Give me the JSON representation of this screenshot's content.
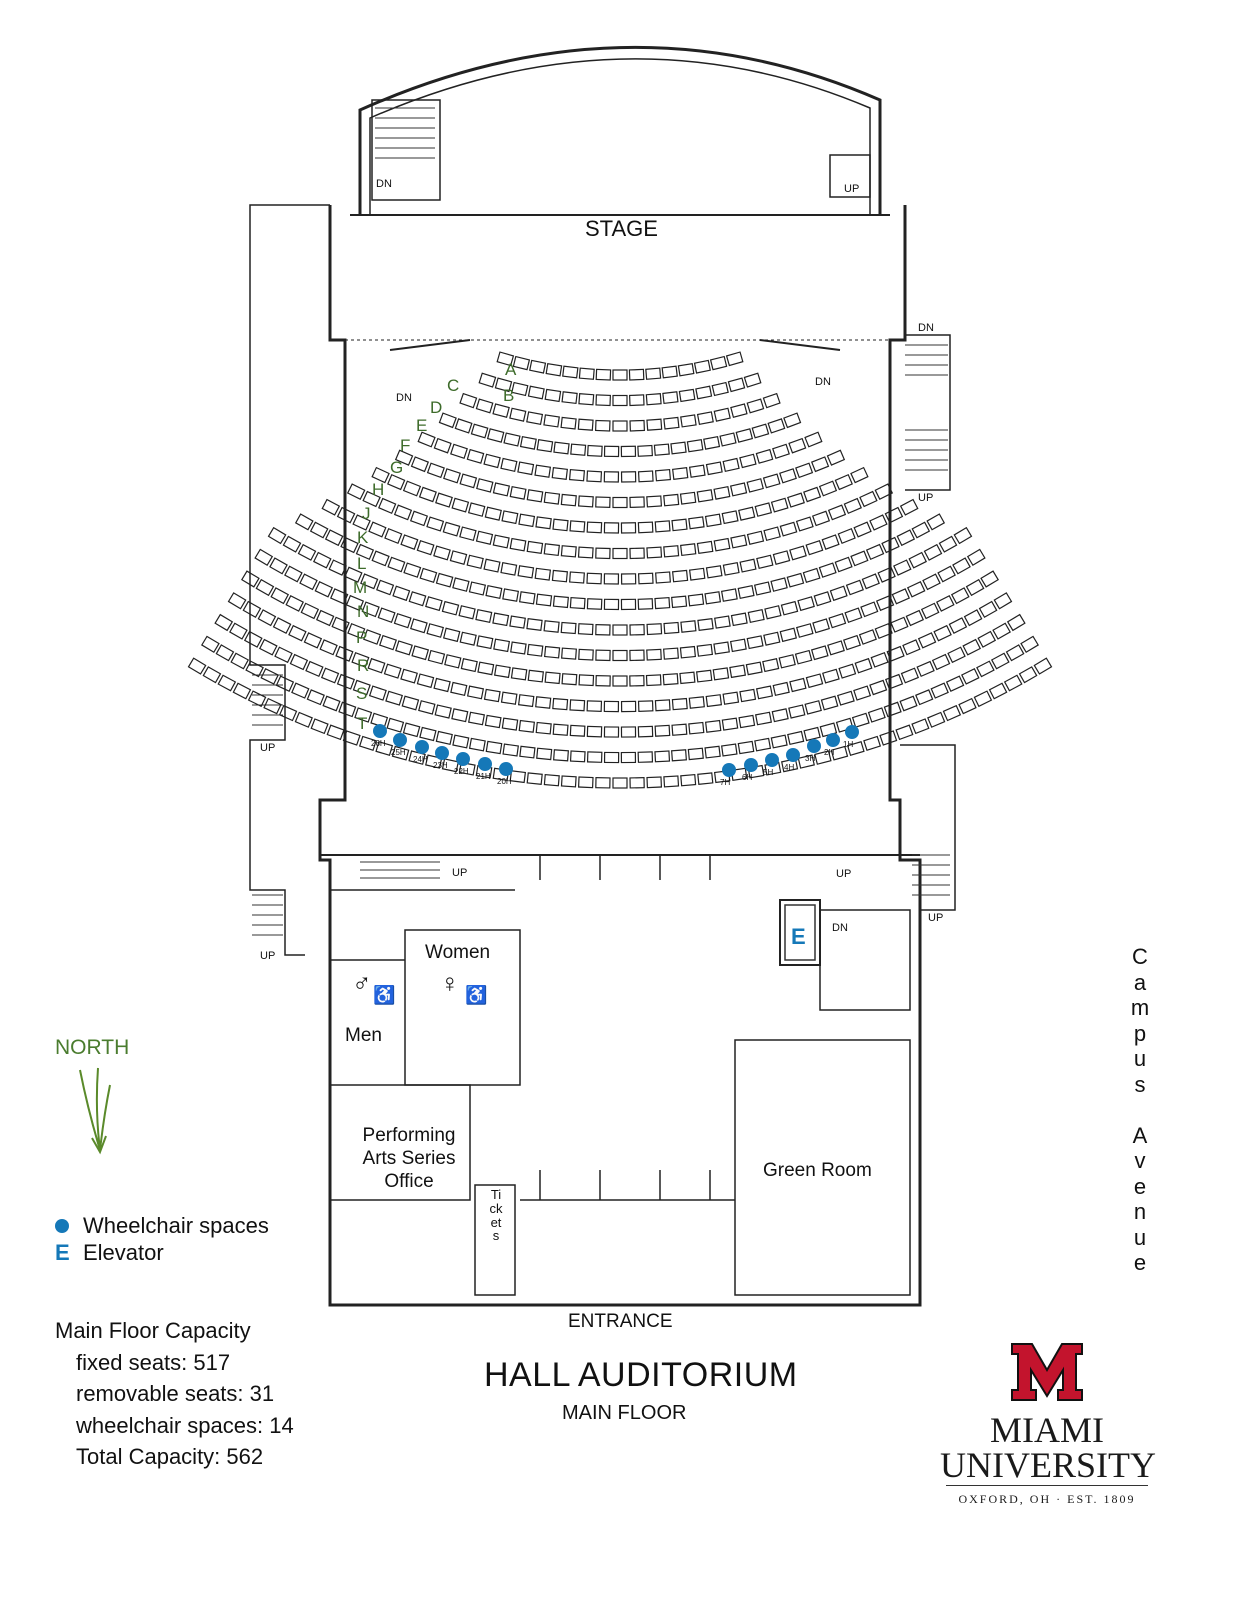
{
  "labels": {
    "stage": "STAGE",
    "entrance": "ENTRANCE",
    "women": "Women",
    "men": "Men",
    "office": [
      "Performing",
      "Arts Series",
      "Office"
    ],
    "green_room": "Green Room",
    "tickets": "Tickets",
    "north": "NORTH",
    "up": "UP",
    "dn": "DN",
    "elevator_symbol": "E"
  },
  "rows": [
    "A",
    "B",
    "C",
    "D",
    "E",
    "F",
    "G",
    "H",
    "J",
    "K",
    "L",
    "M",
    "N",
    "P",
    "R",
    "S",
    "T"
  ],
  "wheelchair_spaces": [
    "1H",
    "2H",
    "3H",
    "4H",
    "5H",
    "6H",
    "7H",
    "20H",
    "21H",
    "22H",
    "23H",
    "24H",
    "25H",
    "26H"
  ],
  "street": "Campus Avenue",
  "legend": {
    "wheelchair": "Wheelchair spaces",
    "elevator": "Elevator"
  },
  "capacity": {
    "heading": "Main Floor Capacity",
    "fixed": "fixed seats: 517",
    "removable": "removable seats: 31",
    "wheelchair": "wheelchair spaces: 14",
    "total": "Total Capacity: 562"
  },
  "title": "HALL AUDITORIUM",
  "subtitle": "MAIN FLOOR",
  "logo": {
    "line1": "MIAMI",
    "line2": "UNIVERSITY",
    "line3": "OXFORD, OH  ·  EST. 1809"
  },
  "colors": {
    "wheelchair": "#1578b8",
    "row_letter": "#3d6b2a",
    "north": "#4a7c2e",
    "logo_red": "#c3142d"
  }
}
